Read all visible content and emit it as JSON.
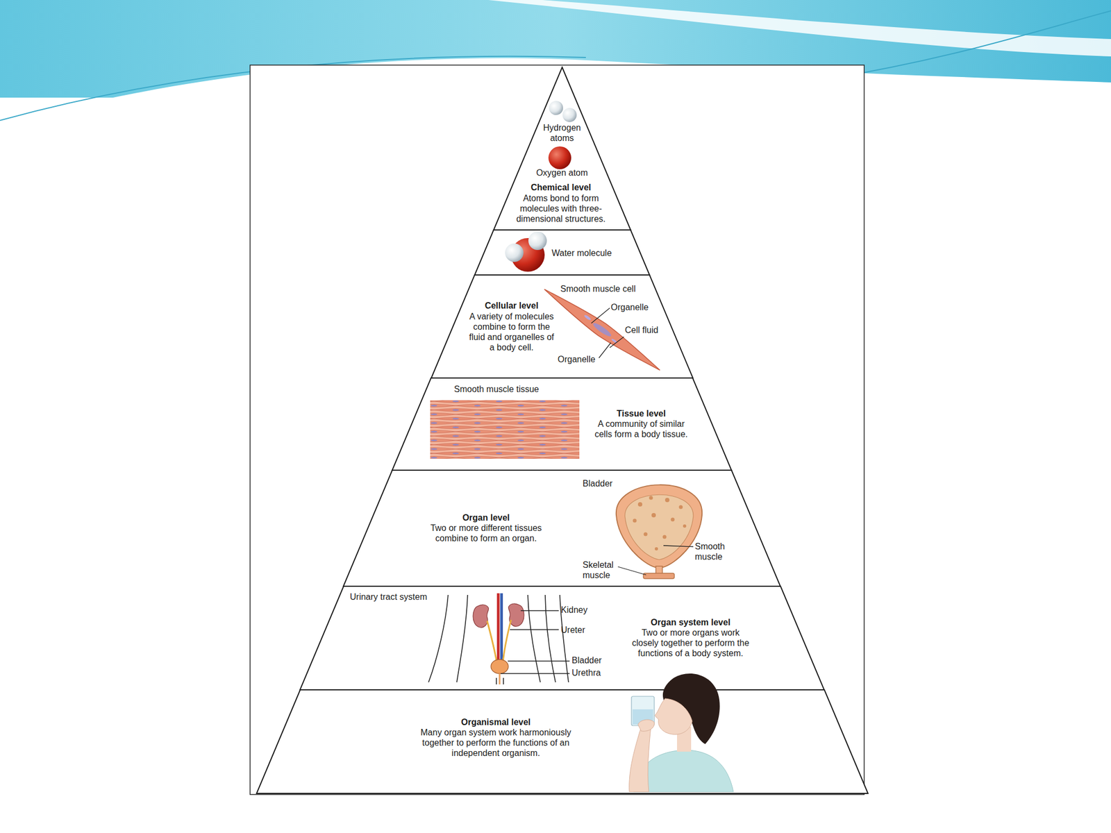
{
  "diagram": {
    "nodes": [
      {
        "text": [
          "Chemical level",
          "Atoms bond to form molecules with three-dimensional structures."
        ]
      },
      {
        "text": [
          "Water molecule"
        ]
      },
      {
        "text": [
          "Cellular level",
          "A variety of molecules combine to form the fluid and organelles of a body cell."
        ]
      },
      {
        "text": [
          "Tissue level",
          "A community of similar cells form a body tissue."
        ]
      },
      {
        "text": [
          "Organ level",
          "Two or more different tissues combine to form an organ."
        ]
      },
      {
        "text": [
          "Organ system level",
          "Two or more organs work closely together to perform the functions of a body system."
        ]
      },
      {
        "text": [
          "Organismal level",
          "Many organ system work harmoniously together to perform the functions of an independent organism."
        ]
      }
    ],
    "labels": [
      "Hydrogen atoms",
      "Oxygen atom",
      "Smooth muscle cell",
      "Organelle",
      "Cell fluid",
      "Organelle",
      "Smooth muscle tissue",
      "Bladder",
      "Smooth muscle",
      "Skeletal muscle",
      "Urinary tract system",
      "Kidney",
      "Ureter",
      "Bladder",
      "Urethra"
    ]
  }
}
